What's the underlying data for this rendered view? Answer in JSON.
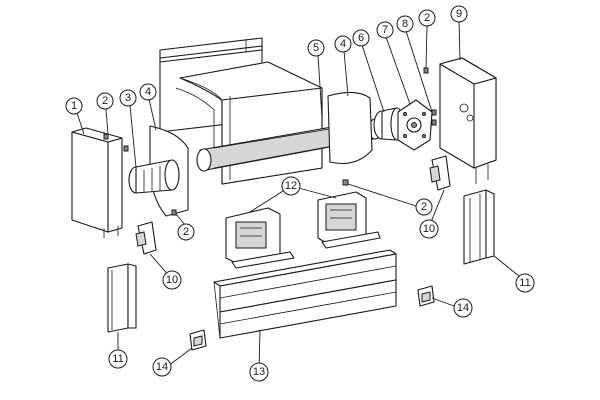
{
  "diagram": {
    "callouts": [
      {
        "id": "c1",
        "label": "1"
      },
      {
        "id": "c2a",
        "label": "2"
      },
      {
        "id": "c3",
        "label": "3"
      },
      {
        "id": "c4a",
        "label": "4"
      },
      {
        "id": "c5",
        "label": "5"
      },
      {
        "id": "c4b",
        "label": "4"
      },
      {
        "id": "c6",
        "label": "6"
      },
      {
        "id": "c7",
        "label": "7"
      },
      {
        "id": "c8",
        "label": "8"
      },
      {
        "id": "c2b",
        "label": "2"
      },
      {
        "id": "c9",
        "label": "9"
      },
      {
        "id": "c12",
        "label": "12"
      },
      {
        "id": "c2c",
        "label": "2"
      },
      {
        "id": "c2d",
        "label": "2"
      },
      {
        "id": "c10a",
        "label": "10"
      },
      {
        "id": "c10b",
        "label": "10"
      },
      {
        "id": "c11a",
        "label": "11"
      },
      {
        "id": "c11b",
        "label": "11"
      },
      {
        "id": "c14a",
        "label": "14"
      },
      {
        "id": "c14b",
        "label": "14"
      },
      {
        "id": "c13",
        "label": "13"
      }
    ]
  }
}
